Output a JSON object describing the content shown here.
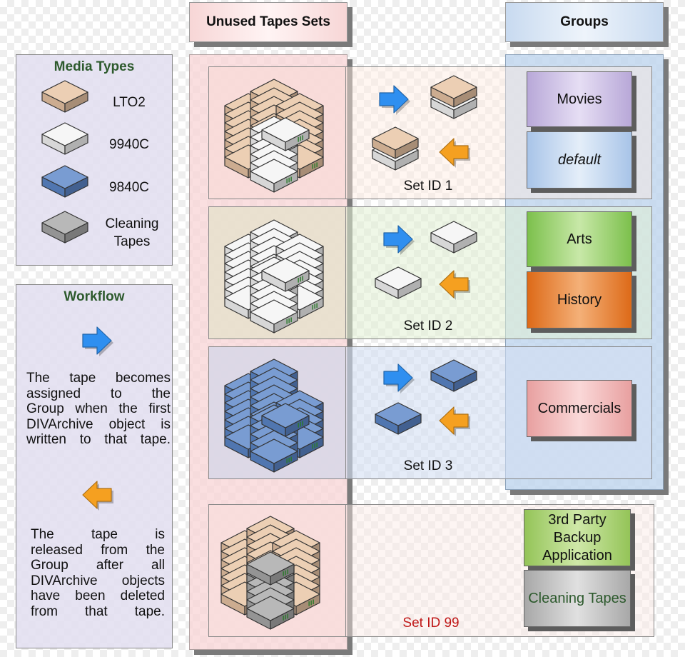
{
  "headers": {
    "unused": "Unused Tapes Sets",
    "groups": "Groups"
  },
  "media_types": {
    "title": "Media Types",
    "items": [
      {
        "label": "LTO2",
        "color": "#e8c4a4"
      },
      {
        "label": "9940C",
        "color": "#f4f4f4"
      },
      {
        "label": "9840C",
        "color": "#5b86c8"
      },
      {
        "label": "Cleaning Tapes",
        "color": "#a8a8a8"
      }
    ]
  },
  "workflow": {
    "title": "Workflow",
    "assign_text": [
      "The tape becomes",
      "assigned to the",
      "Group when the first",
      "DIVArchive object is",
      "written to that tape."
    ],
    "release_text": [
      "The tape is",
      "released from the",
      "Group after all",
      "DIVArchive objects",
      "have been deleted",
      "from that tape."
    ]
  },
  "sets": [
    {
      "label": "Set ID 1",
      "groups": [
        "Movies",
        "default"
      ]
    },
    {
      "label": "Set ID 2",
      "groups": [
        "Arts",
        "History"
      ]
    },
    {
      "label": "Set ID 3",
      "groups": [
        "Commercials"
      ]
    },
    {
      "label": "Set ID 99",
      "groups": [
        "3rd Party Backup Application",
        "Cleaning Tapes"
      ]
    }
  ],
  "colors": {
    "arrow_assign": "#2f8ff0",
    "arrow_release": "#f5a020",
    "set99_label": "#c01818",
    "movies": "#b8a8d8",
    "default": "#b0c8e8",
    "arts": "#8cc85c",
    "history": "#e07828",
    "commercials": "#e8a8a8",
    "backup": "#9cc860",
    "cleaning": "#b8b8b8"
  }
}
